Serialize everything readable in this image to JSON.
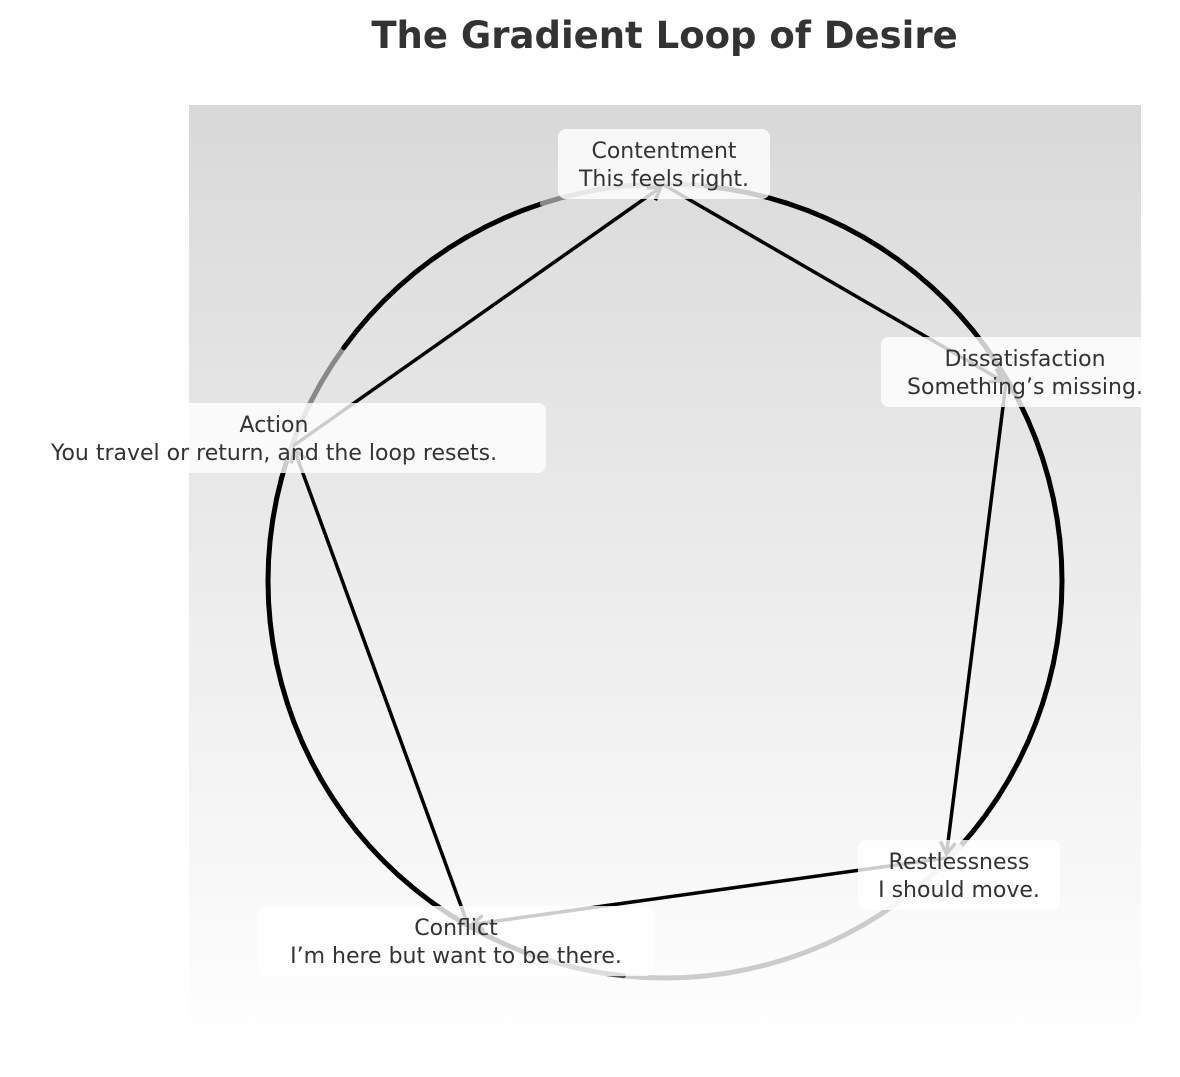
{
  "title": "The Gradient Loop of Desire",
  "colors": {
    "text": "#333333",
    "background_top": "#d9d9d9",
    "background_bottom": "#ffffff",
    "arrow": "#000000",
    "loop_dark": "#000000",
    "loop_light": "#cccccc"
  },
  "nodes": [
    {
      "id": "contentment",
      "name": "Contentment",
      "caption": "This feels right."
    },
    {
      "id": "dissatisfaction",
      "name": "Dissatisfaction",
      "caption": "Something’s missing."
    },
    {
      "id": "restlessness",
      "name": "Restlessness",
      "caption": "I should move."
    },
    {
      "id": "conflict",
      "name": "Conflict",
      "caption": "I’m here but want to be there."
    },
    {
      "id": "action",
      "name": "Action",
      "caption": "You travel or return, and the loop resets."
    }
  ],
  "edges": [
    {
      "from": "contentment",
      "to": "dissatisfaction"
    },
    {
      "from": "dissatisfaction",
      "to": "restlessness"
    },
    {
      "from": "restlessness",
      "to": "conflict"
    },
    {
      "from": "conflict",
      "to": "action"
    },
    {
      "from": "action",
      "to": "contentment"
    }
  ]
}
